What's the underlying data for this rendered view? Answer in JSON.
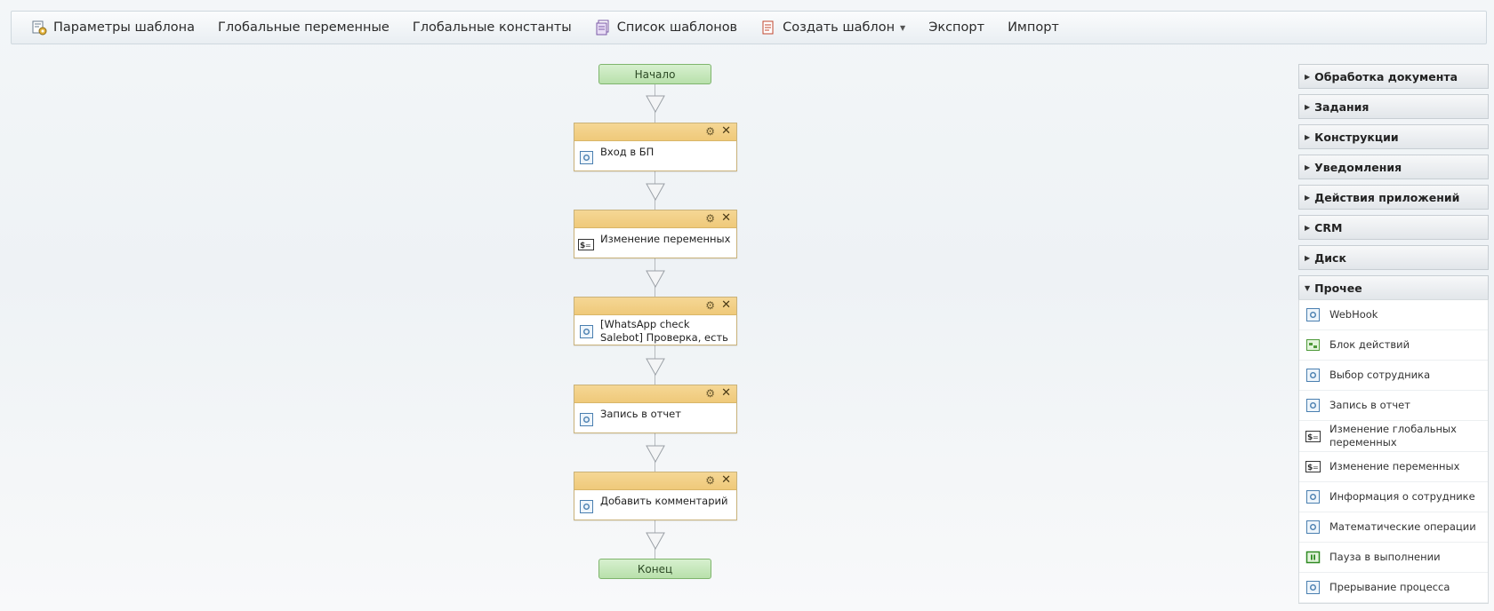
{
  "toolbar": {
    "template_params": "Параметры шаблона",
    "global_vars": "Глобальные переменные",
    "global_consts": "Глобальные константы",
    "template_list": "Список шаблонов",
    "create_template": "Создать шаблон",
    "export": "Экспорт",
    "import": "Импорт"
  },
  "flow": {
    "start": "Начало",
    "end": "Конец",
    "blocks": [
      {
        "title": "Вход в БП",
        "icon": "activity-icon"
      },
      {
        "title": "Изменение переменных",
        "icon": "variables-icon"
      },
      {
        "title": "[WhatsApp check Salebot] Проверка, есть ли",
        "icon": "activity-icon"
      },
      {
        "title": "Запись в отчет",
        "icon": "activity-icon"
      },
      {
        "title": "Добавить комментарий",
        "icon": "activity-icon"
      }
    ]
  },
  "sidebar": {
    "categories": [
      "Обработка документа",
      "Задания",
      "Конструкции",
      "Уведомления",
      "Действия приложений",
      "CRM",
      "Диск",
      "Прочее"
    ],
    "items": [
      {
        "label": "WebHook",
        "icon": "activity-icon"
      },
      {
        "label": "Блок действий",
        "icon": "action-block-icon"
      },
      {
        "label": "Выбор сотрудника",
        "icon": "activity-icon"
      },
      {
        "label": "Запись в отчет",
        "icon": "activity-icon"
      },
      {
        "label": "Изменение глобальных переменных",
        "icon": "variables-icon"
      },
      {
        "label": "Изменение переменных",
        "icon": "variables-icon"
      },
      {
        "label": "Информация о сотруднике",
        "icon": "activity-icon"
      },
      {
        "label": "Математические операции",
        "icon": "activity-icon"
      },
      {
        "label": "Пауза в выполнении",
        "icon": "pause-icon"
      },
      {
        "label": "Прерывание процесса",
        "icon": "activity-icon"
      }
    ]
  },
  "colors": {
    "block_header": "#efc97a",
    "endpoint_green": "#b8e0ab",
    "connector": "#b5b9bd"
  }
}
